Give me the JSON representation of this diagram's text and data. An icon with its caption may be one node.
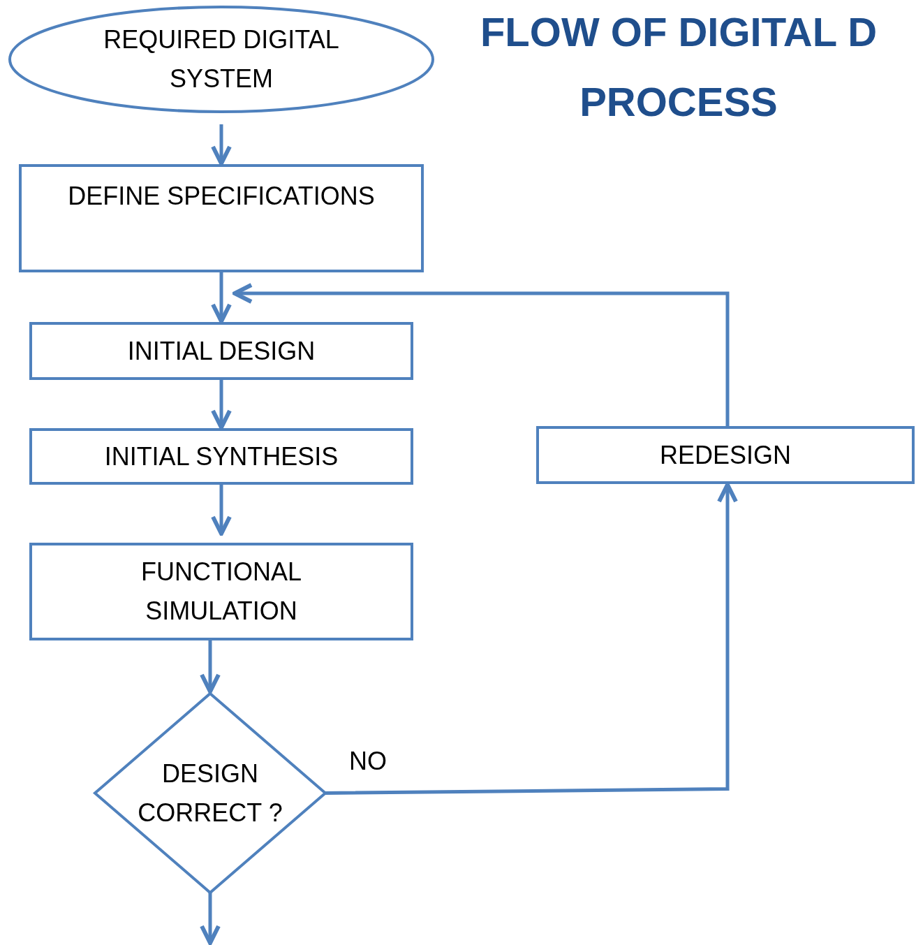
{
  "diagram": {
    "title": "FLOW OF DIGITAL D PROCESS",
    "nodes": [
      {
        "text": [
          "REQUIRED DIGITAL SYSTEM"
        ]
      },
      {
        "text": [
          "DEFINE SPECIFICATIONS"
        ]
      },
      {
        "text": [
          "INITIAL DESIGN"
        ]
      },
      {
        "text": [
          "INITIAL SYNTHESIS"
        ]
      },
      {
        "text": [
          "FUNCTIONAL SIMULATION"
        ]
      },
      {
        "text": [
          "DESIGN CORRECT ?"
        ]
      },
      {
        "text": [
          "REDESIGN"
        ]
      }
    ],
    "edges": [
      {
        "from": 0,
        "to": 1,
        "arrow": "to"
      },
      {
        "from": 1,
        "to": 2,
        "arrow": "to"
      },
      {
        "from": 2,
        "to": 3,
        "arrow": "to"
      },
      {
        "from": 3,
        "to": 4,
        "arrow": "to"
      },
      {
        "from": 4,
        "to": 5,
        "arrow": "to"
      },
      {
        "from": 5,
        "to": 6,
        "arrow": "to",
        "label": "NO"
      },
      {
        "from": 6,
        "to": 2,
        "arrow": "to"
      },
      {
        "from": 5,
        "to": null,
        "arrow": "to"
      }
    ]
  }
}
